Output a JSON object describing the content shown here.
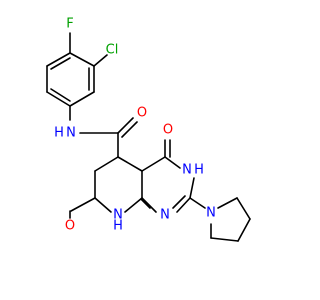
{
  "molecule": {
    "atoms": {
      "cl": "Cl",
      "f": "F",
      "nh_amide": "N",
      "h_amide": "H",
      "o_amide": "O",
      "o_ring": "O",
      "nh_ring_h": "H",
      "nh_ring_n": "N",
      "n_pyrrolidine": "N",
      "o_lactam": "O",
      "nh_lactam_n": "N",
      "nh_lactam_h": "H",
      "n_pyrimidine": "N"
    },
    "colors": {
      "bond": "#000000",
      "carbon": "#000000",
      "nitrogen": "#0000FF",
      "oxygen": "#FF0000",
      "chlorine": "#00A000",
      "fluorine": "#00A000"
    }
  }
}
